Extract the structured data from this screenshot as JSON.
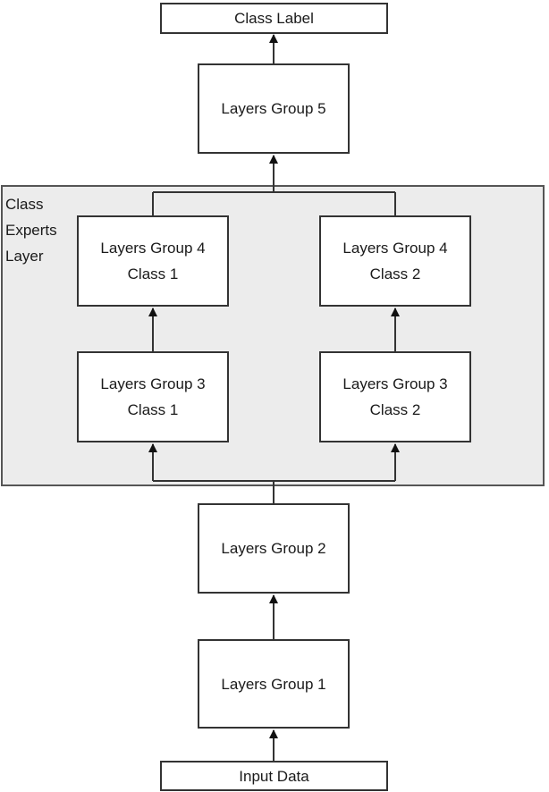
{
  "diagram": {
    "class_label": "Class Label",
    "layers_group_5": "Layers Group 5",
    "class_experts_layer": "Class\nExperts\nLayer",
    "group4_class1": {
      "line1": "Layers Group 4",
      "line2": "Class 1"
    },
    "group4_class2": {
      "line1": "Layers Group 4",
      "line2": "Class 2"
    },
    "group3_class1": {
      "line1": "Layers Group 3",
      "line2": "Class 1"
    },
    "group3_class2": {
      "line1": "Layers Group 3",
      "line2": "Class 2"
    },
    "layers_group_2": "Layers Group 2",
    "layers_group_1": "Layers Group 1",
    "input_data": "Input Data"
  }
}
